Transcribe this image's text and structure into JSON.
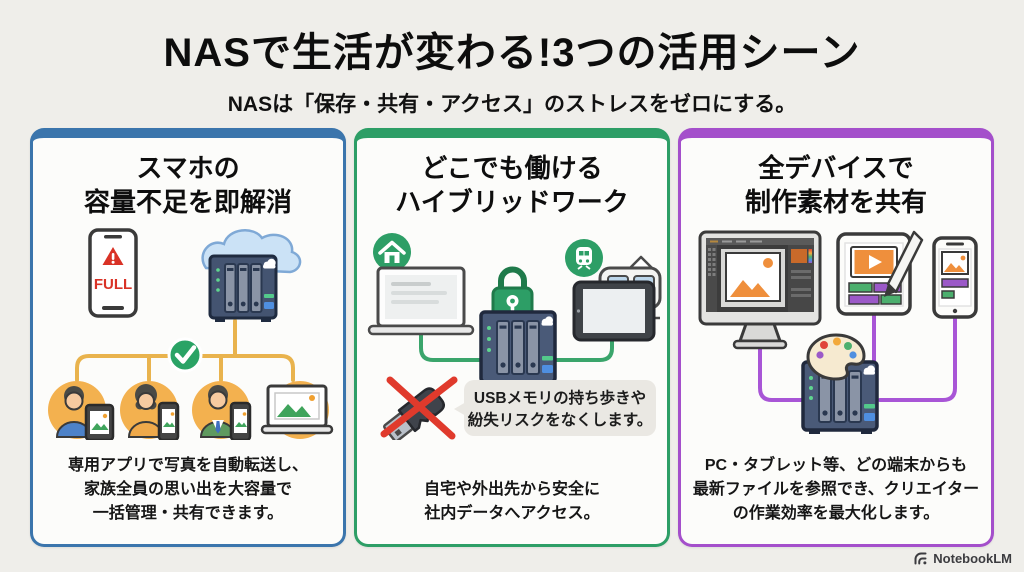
{
  "page": {
    "background": "#efeeea"
  },
  "header": {
    "title": "NASで生活が変わる!3つの活用シーン",
    "subtitle": "NASは「保存・共有・アクセス」のストレスをゼロにする。"
  },
  "colors": {
    "card1_accent": "#3b75ac",
    "card2_accent": "#2d9e66",
    "card3_accent": "#a44fcb",
    "warning_red": "#d93226",
    "check_green": "#2aa365",
    "family_amber": "#f3b14f",
    "nas_navy": "#445471"
  },
  "cards": [
    {
      "title_lines": [
        "スマホの",
        "容量不足を即解消"
      ],
      "illustration": {
        "phone_full_label": "FULL"
      },
      "body_lines": [
        "専用アプリで写真を自動転送し、",
        "家族全員の思い出を大容量で",
        "一括管理・共有できます。"
      ]
    },
    {
      "title_lines": [
        "どこでも働ける",
        "ハイブリッドワーク"
      ],
      "bubble_lines": [
        "USBメモリの持ち歩きや",
        "紛失リスクをなくします。"
      ],
      "body_lines": [
        "自宅や外出先から安全に",
        "社内データへアクセス。"
      ]
    },
    {
      "title_lines": [
        "全デバイスで",
        "制作素材を共有"
      ],
      "body_lines": [
        "PC・タブレット等、どの端末からも",
        "最新ファイルを参照でき、クリエイター",
        "の作業効率を最大化します。"
      ]
    }
  ],
  "footer": {
    "brand": "NotebookLM"
  }
}
